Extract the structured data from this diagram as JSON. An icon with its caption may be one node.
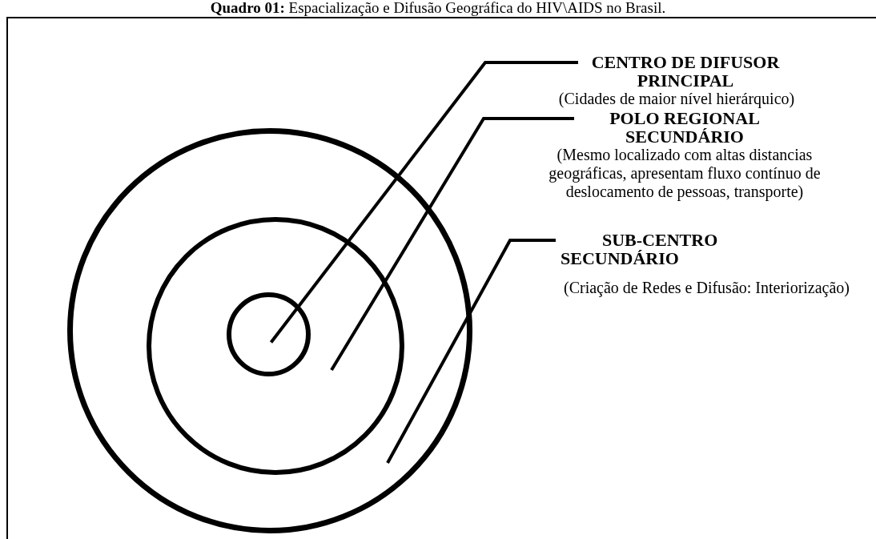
{
  "diagram": {
    "title": "**Quadro 01:** Espacialização e Difusão Geográfica do HIV\\AIDS no Brasil.",
    "nodes": [
      {
        "text": [],
        "shape": "circle"
      },
      {
        "text": [],
        "shape": "circle",
        "in": 0
      },
      {
        "text": [],
        "shape": "circle",
        "in": 1
      },
      {
        "text": [
          "CENTRO DE DIFUSOR PRINCIPAL",
          "(Cidades de maior nível hierárquico)"
        ]
      },
      {
        "text": [
          "POLO REGIONAL SECUNDÁRIO",
          "(Mesmo localizado com altas distancias geográficas, apresentam fluxo contínuo de deslocamento de pessoas, transporte)"
        ]
      },
      {
        "text": [
          "SUB-CENTRO SECUNDÁRIO",
          "(Criação de Redes e Difusão: Interiorização)"
        ]
      }
    ],
    "edges": [
      {
        "from": 3,
        "to": 2,
        "arrow": "none"
      },
      {
        "from": 4,
        "to": 1,
        "arrow": "none"
      },
      {
        "from": 5,
        "to": 0,
        "arrow": "none"
      }
    ]
  }
}
